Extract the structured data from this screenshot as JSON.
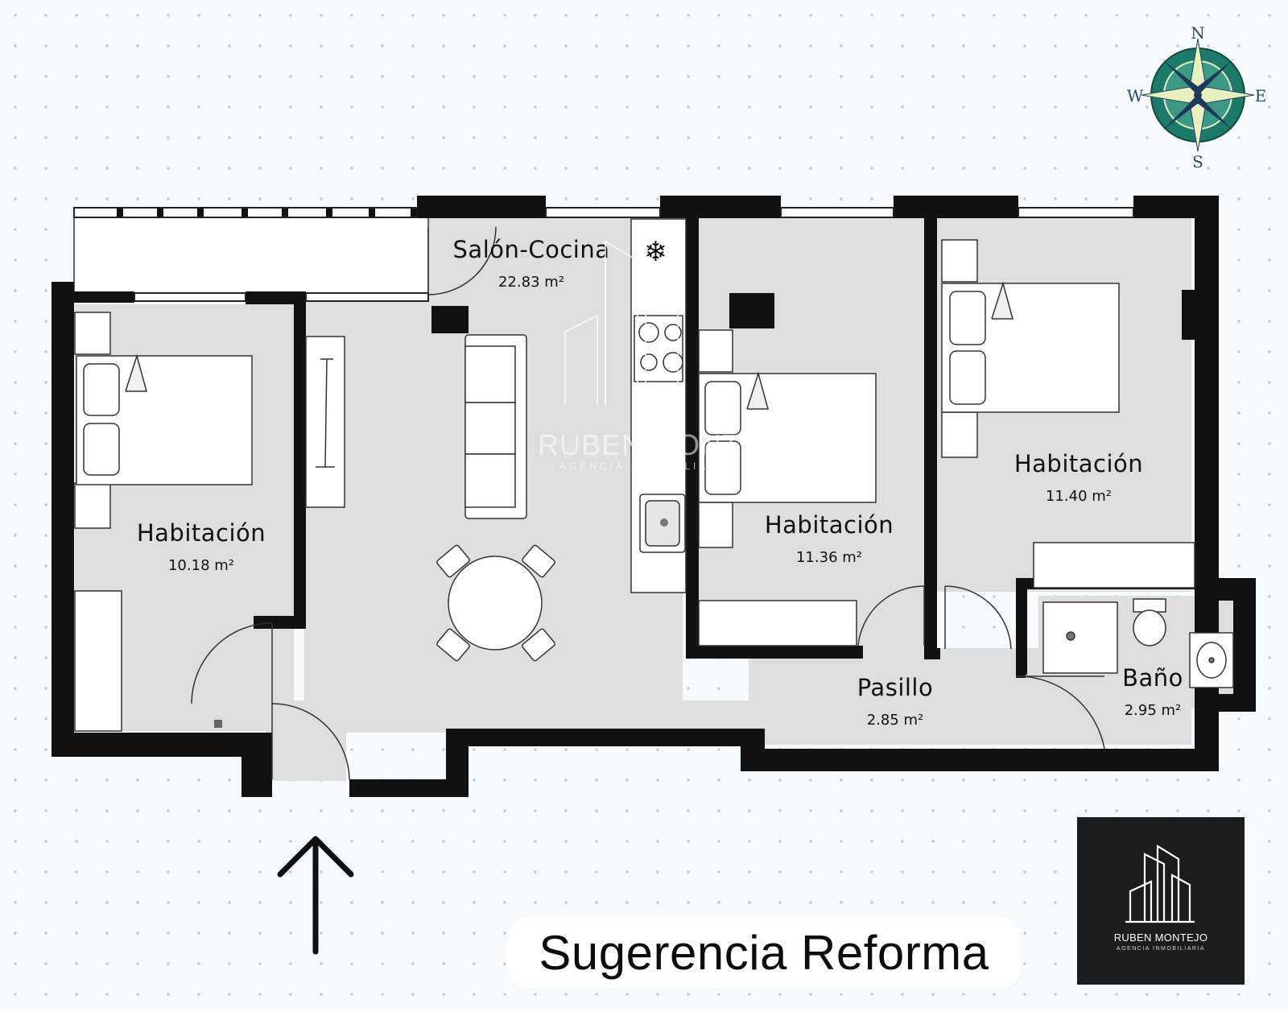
{
  "rooms": [
    {
      "name": "Salón-Cocina",
      "area": "22.83 m²"
    },
    {
      "name": "Habitación",
      "area": "10.18 m²"
    },
    {
      "name": "Habitación",
      "area": "11.36 m²"
    },
    {
      "name": "Habitación",
      "area": "11.40 m²"
    },
    {
      "name": "Pasillo",
      "area": "2.85 m²"
    },
    {
      "name": "Baño",
      "area": "2.95 m²"
    }
  ],
  "compass": {
    "north": "N",
    "south": "S",
    "east": "E",
    "west": "W"
  },
  "title": "Sugerencia Reforma",
  "logo": {
    "name": "RUBEN MONTEJO",
    "subtitle": "AGENCIA INMOBILIARIA"
  },
  "watermark": {
    "name": "RUBEN MONTEJO",
    "subtitle": "AGENCIA INMOBILIARIA"
  },
  "colors": {
    "wall": "#111111",
    "floor": "#dedede",
    "background": "#f7fafd",
    "compass_accent": "#1c7a6a",
    "logo_bg": "#1c1c1c"
  }
}
